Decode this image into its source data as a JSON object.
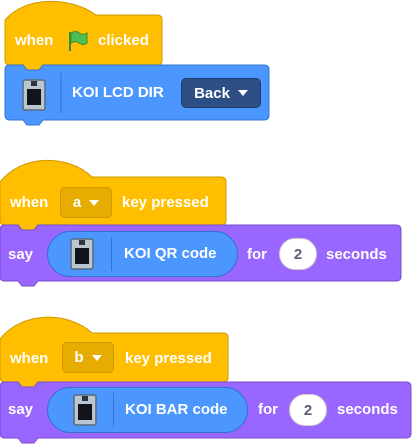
{
  "colors": {
    "events": "#ffbf00",
    "events_border": "#cc9900",
    "events_field": "#e6ac00",
    "koi": "#4c97ff",
    "koi_border": "#3373cc",
    "koi_menu": "#2d4f86",
    "looks": "#9966ff",
    "looks_border": "#774dcb"
  },
  "script1": {
    "hat": {
      "when": "when",
      "flag_icon": "green-flag-icon",
      "clicked": "clicked"
    },
    "command": {
      "label": "KOI LCD DIR",
      "menu_value": "Back"
    }
  },
  "script2": {
    "hat": {
      "when": "when",
      "key": "a",
      "suffix": "key pressed"
    },
    "command": {
      "say": "say",
      "reporter": "KOI QR code",
      "for": "for",
      "number": "2",
      "seconds": "seconds"
    }
  },
  "script3": {
    "hat": {
      "when": "when",
      "key": "b",
      "suffix": "key pressed"
    },
    "command": {
      "say": "say",
      "reporter": "KOI BAR code",
      "for": "for",
      "number": "2",
      "seconds": "seconds"
    }
  }
}
